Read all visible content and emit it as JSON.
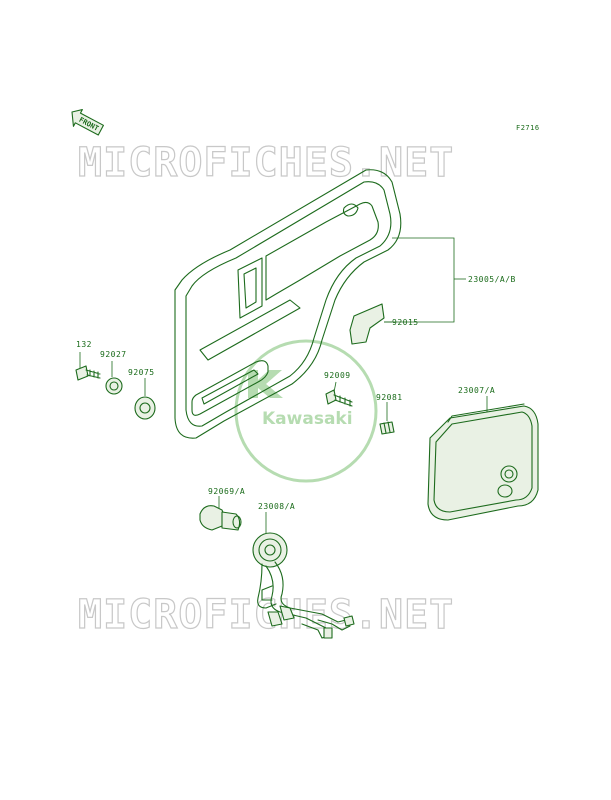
{
  "figure_ref": "F2716",
  "front_label": "FRONT",
  "watermark_text": "MICROFICHES.NET",
  "logo_text": "Kawasaki",
  "parts": {
    "p132": "132",
    "p92027": "92027",
    "p92075": "92075",
    "p92009": "92009",
    "p92081": "92081",
    "p92015": "92015",
    "p23005": "23005/A/B",
    "p23007": "23007/A",
    "p92069": "92069/A",
    "p23008": "23008/A"
  },
  "colors": {
    "line": "#1d6b1d",
    "logo": "#b6dcb1",
    "watermark": "#c8c8c8",
    "background": "#ffffff"
  }
}
